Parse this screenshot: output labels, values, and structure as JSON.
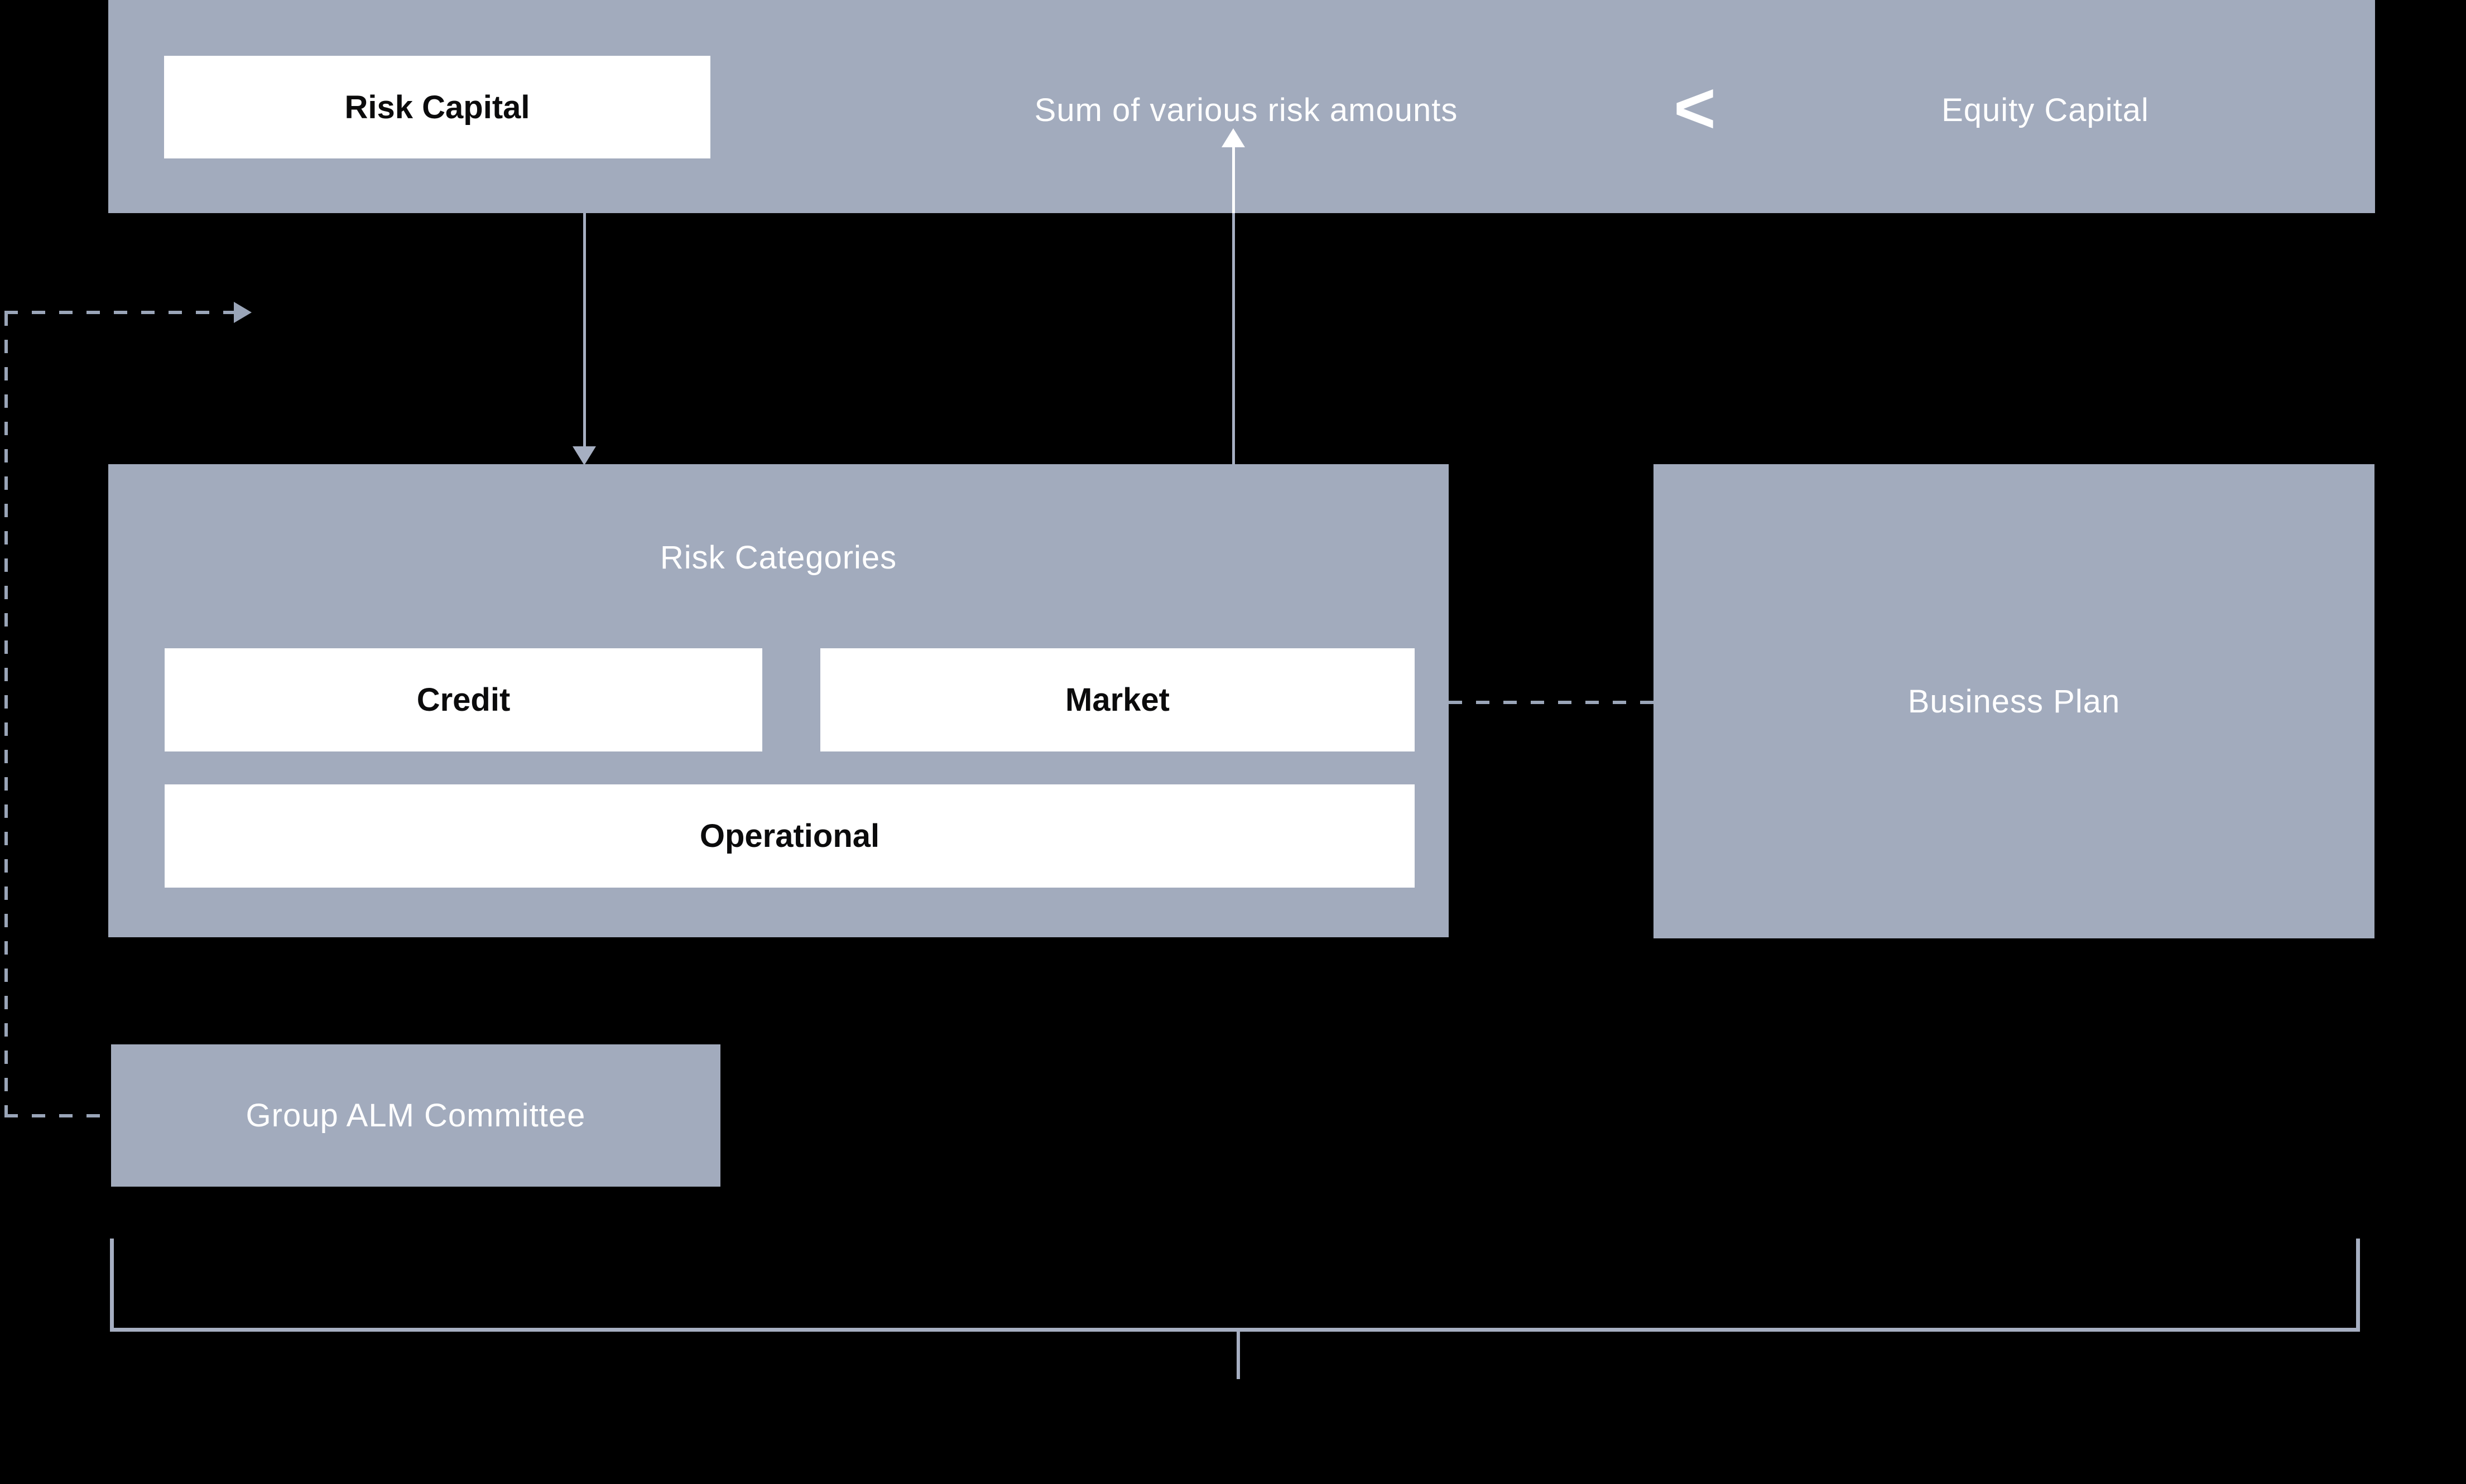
{
  "colors": {
    "bg": "#000000",
    "panel": "#a2abbd",
    "panel_text": "#ffffff",
    "box_text": "#0b0b0c",
    "shaft": "#a6afc2",
    "dash": "#9aa5b8",
    "bracket": "#a6afc2",
    "white": "#ffffff"
  },
  "top_bar": {
    "risk_capital": "Risk Capital",
    "sum_label": "Sum of various risk amounts",
    "comparator": "<",
    "equity_capital": "Equity Capital"
  },
  "risk_categories": {
    "title": "Risk Categories",
    "items": [
      "Credit",
      "Market",
      "Operational"
    ]
  },
  "business_plan": {
    "label": "Business Plan"
  },
  "alm_committee": {
    "label": "Group ALM Committee"
  }
}
